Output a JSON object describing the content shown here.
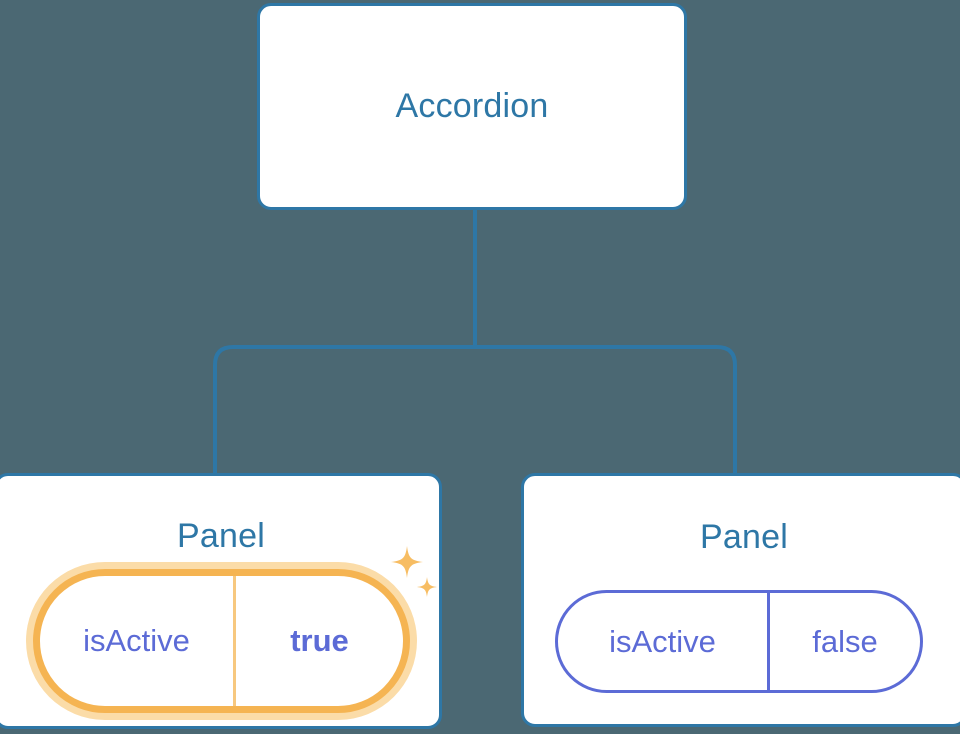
{
  "canvas": {
    "background_color": "#4b6873",
    "node_border_color": "#2e77a6",
    "node_title_color": "#2e77a6",
    "prop_text_color": "#5c6bd6",
    "highlight_color": "#f5b452",
    "highlight_glow_color": "#fbdca8"
  },
  "tree": {
    "root": {
      "title": "Accordion"
    },
    "children": [
      {
        "title": "Panel",
        "prop": {
          "key": "isActive",
          "value": "true"
        },
        "highlighted": true,
        "sparkle_large": "sparkle-icon",
        "sparkle_small": "sparkle-icon"
      },
      {
        "title": "Panel",
        "prop": {
          "key": "isActive",
          "value": "false"
        },
        "highlighted": false
      }
    ]
  }
}
